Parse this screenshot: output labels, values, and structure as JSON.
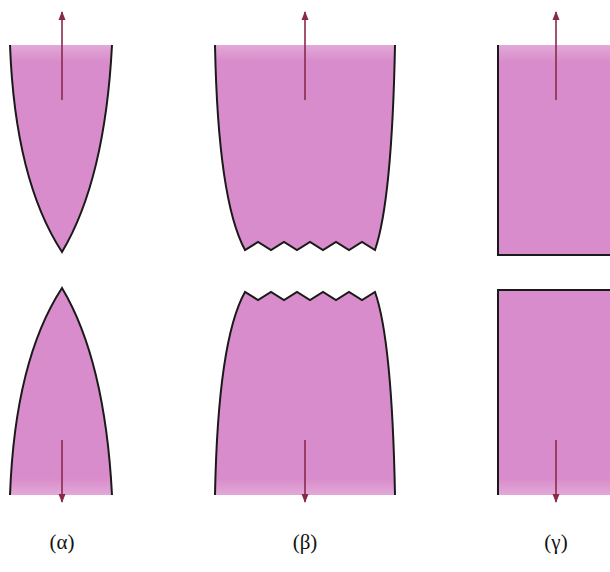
{
  "diagram": {
    "labels": [
      "(α)",
      "(β)",
      "(γ)"
    ]
  }
}
